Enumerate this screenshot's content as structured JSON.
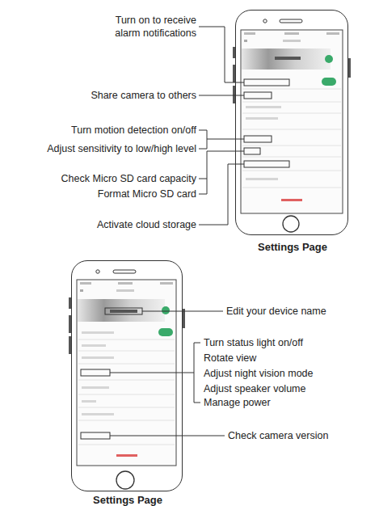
{
  "diagram": {
    "nodes": [
      {
        "text": [
          "Settings Page"
        ]
      },
      {
        "text": [
          "Settings Page"
        ]
      }
    ],
    "labels": [
      "Turn on to receive alarm notifications",
      "Share camera to others",
      "Turn motion detection on/off",
      "Adjust sensitivity to low/high level",
      "Check Micro SD card capacity",
      "Format Micro SD card",
      "Activate cloud storage",
      "Edit your device name",
      "Turn status light on/off",
      "Rotate view",
      "Adjust night vision mode",
      "Adjust speaker volume",
      "Manage power",
      "Check camera version"
    ]
  }
}
